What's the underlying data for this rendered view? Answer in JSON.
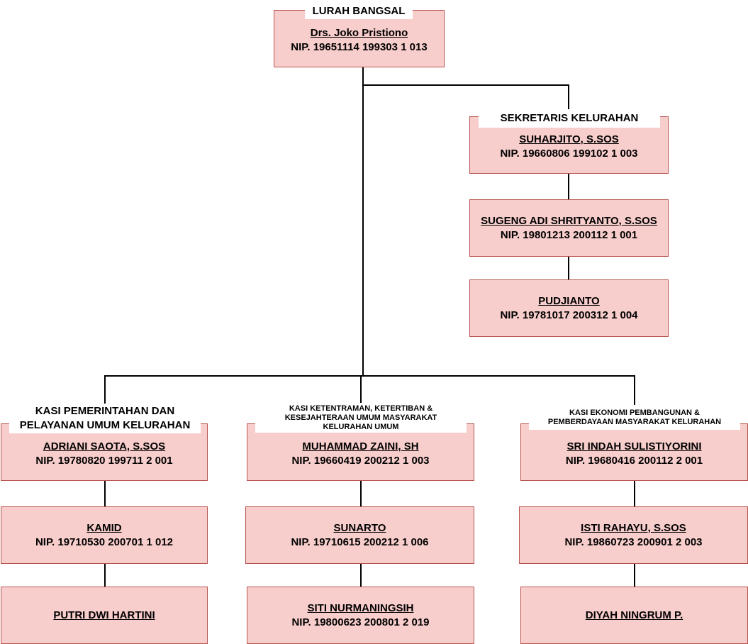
{
  "lurah": {
    "title": "LURAH BANGSAL",
    "name": "Drs. Joko Pristiono",
    "nip": "NIP. 19651114 199303 1 013"
  },
  "sekretaris": {
    "title": "SEKRETARIS KELURAHAN",
    "members": [
      {
        "name": "SUHARJITO, S.SOS",
        "nip": "NIP. 19660806 199102 1 003"
      },
      {
        "name": "SUGENG ADI SHRITYANTO, S.SOS",
        "nip": "NIP. 19801213 200112 1 001"
      },
      {
        "name": "PUDJIANTO",
        "nip": "NIP. 19781017 200312 1 004"
      }
    ]
  },
  "pemerintahan": {
    "title_line1": "KASI PEMERINTAHAN DAN",
    "title_line2": "PELAYANAN UMUM KELURAHAN",
    "members": [
      {
        "name": "ADRIANI SAOTA, S.SOS",
        "nip": "NIP. 19780820 199711 2 001"
      },
      {
        "name": "KAMID",
        "nip": "NIP. 19710530 200701 1 012"
      },
      {
        "name": "PUTRI DWI HARTINI"
      }
    ]
  },
  "ketentraman": {
    "title_line1": "KASI KETENTRAMAN, KETERTIBAN &",
    "title_line2": "KESEJAHTERAAN UMUM MASYARAKAT",
    "title_line3": "KELURAHAN UMUM",
    "members": [
      {
        "name": "MUHAMMAD ZAINI, SH",
        "nip": "NIP. 19660419 200212 1 003"
      },
      {
        "name": "SUNARTO",
        "nip": "NIP. 19710615 200212 1 006"
      },
      {
        "name": "SITI NURMANINGSIH",
        "nip": "NIP. 19800623 200801 2 019"
      }
    ]
  },
  "ekonomi": {
    "title_line1": "KASI EKONOMI PEMBANGUNAN &",
    "title_line2": "PEMBERDAYAAN MASYARAKAT KELURAHAN",
    "members": [
      {
        "name": "SRI INDAH SULISTIYORINI",
        "nip": "NIP. 19680416 200112 2 001"
      },
      {
        "name": "ISTI RAHAYU, S.SOS",
        "nip": "NIP. 19860723 200901 2 003"
      },
      {
        "name": "DIYAH NINGRUM P."
      }
    ]
  }
}
